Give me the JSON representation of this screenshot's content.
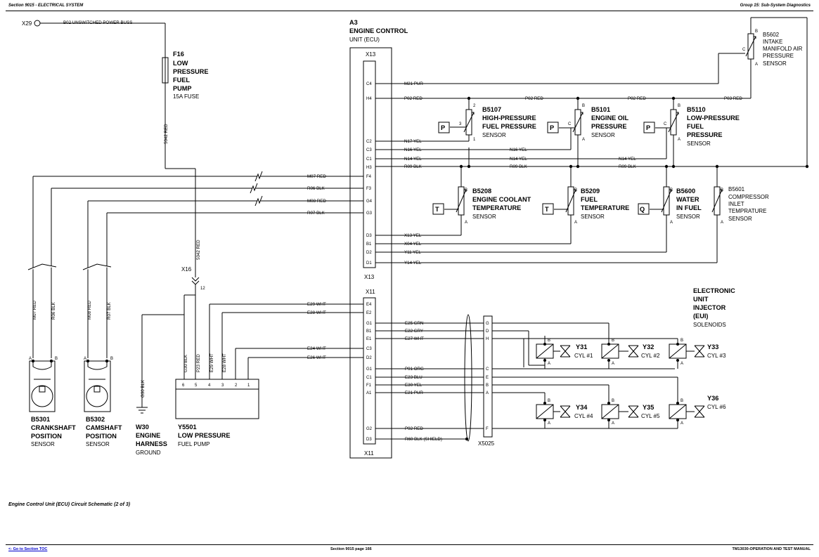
{
  "header": {
    "left": "Section 9015 - ELECTRICAL SYSTEM",
    "right": "Group 15: Sub-System Diagnostics"
  },
  "caption": "Engine Control Unit (ECU) Circuit Schematic (2 of 3)",
  "footer": {
    "left": "<- Go to Section TOC",
    "center": "Section 9015 page 166",
    "right": "TM13030-OPERATION AND TEST MANUAL"
  },
  "x29": {
    "id": "X29",
    "wire": "B02 UNSWITCHED POWER BUSS"
  },
  "fuse": {
    "id": "F16",
    "lines": [
      "LOW",
      "PRESSURE",
      "FUEL",
      "PUMP"
    ],
    "rating": "15A FUSE",
    "wire_top": "5042 RED",
    "wire_bottom": "5042 RED"
  },
  "x16": {
    "id": "X16",
    "pin": "12"
  },
  "ecu": {
    "id": "A3",
    "name_lines": [
      "ENGINE CONTROL",
      "UNIT (ECU)"
    ],
    "x13": "X13",
    "x11": "X11",
    "x13_pins": [
      "C4",
      "H4",
      "C2",
      "C3",
      "C1",
      "H3",
      "F4",
      "F3",
      "G4",
      "G3",
      "D3",
      "B1",
      "D2",
      "D1"
    ],
    "x11_pins": [
      "E4",
      "E2",
      "G1",
      "B1",
      "E1",
      "C3",
      "D2",
      "G1",
      "C1",
      "F1",
      "A1",
      "G2",
      "D3"
    ]
  },
  "wires": {
    "m21": "M21 PUR",
    "p02": "P02 RED",
    "p03": "P03 RED",
    "n17": "N17 YEL",
    "n16": "N16 YEL",
    "n14": "N14 YEL",
    "r09": "R09 BLK",
    "m07": "M07 RED",
    "r06": "R06 BLK",
    "m08": "M08 RED",
    "r07": "R07 BLK",
    "x13": "X13 YEL",
    "x04": "X04 YEL",
    "y11": "Y11 YEL",
    "y14": "Y14 YEL",
    "e29": "E29 WHT",
    "e28": "E28 WHT",
    "e24": "E24 WHT",
    "e26": "E26 WHT",
    "e25": "E25 GRN",
    "e22": "E22 GRY",
    "e27": "E27 WHT",
    "p91": "P91 ORG",
    "e23": "E23 BLU",
    "e30": "E30 YEL",
    "e21": "E21 PUR",
    "p92": "P92 RED",
    "r60": "R60 BLK (SHIELD)",
    "g30": "G30 BLK",
    "g30_pump": "G30 BLK",
    "p23": "P23 RED",
    "e29_pump": "E29 WHT",
    "e28_pump": "E28 WHT"
  },
  "sensors": {
    "b5602": {
      "id": "B5602",
      "lines": [
        "INTAKE",
        "MANIFOLD AIR",
        "PRESSURE",
        "SENSOR"
      ]
    },
    "b5107": {
      "id": "B5107",
      "lines": [
        "HIGH-PRESSURE",
        "FUEL PRESSURE"
      ],
      "sub": "SENSOR",
      "sym": "P"
    },
    "b5101": {
      "id": "B5101",
      "lines": [
        "ENGINE OIL",
        "PRESSURE"
      ],
      "sub": "SENSOR",
      "sym": "P"
    },
    "b5110": {
      "id": "B5110",
      "lines": [
        "LOW-PRESSURE",
        "FUEL",
        "PRESSURE"
      ],
      "sub": "SENSOR",
      "sym": "P"
    },
    "b5208": {
      "id": "B5208",
      "lines": [
        "ENGINE COOLANT",
        "TEMPERATURE"
      ],
      "sub": "SENSOR",
      "sym": "T"
    },
    "b5209": {
      "id": "B5209",
      "lines": [
        "FUEL",
        "TEMPERATURE"
      ],
      "sub": "SENSOR",
      "sym": "T"
    },
    "b5600": {
      "id": "B5600",
      "lines": [
        "WATER",
        "IN FUEL"
      ],
      "sub": "SENSOR",
      "sym": "Q"
    },
    "b5601": {
      "id": "B5601",
      "lines": [
        "COMPRESSOR",
        "INLET",
        "TEMPRATURE",
        "SENSOR"
      ]
    },
    "b5301": {
      "id": "B5301",
      "lines": [
        "CRANKSHAFT",
        "POSITION"
      ],
      "sub": "SENSOR"
    },
    "b5302": {
      "id": "B5302",
      "lines": [
        "CAMSHAFT",
        "POSITION"
      ],
      "sub": "SENSOR"
    }
  },
  "w30": {
    "id": "W30",
    "lines": [
      "ENGINE",
      "HARNESS"
    ],
    "sub": "GROUND"
  },
  "y5501": {
    "id": "Y5501",
    "line": "LOW PRESSURE",
    "sub": "FUEL PUMP",
    "pins": [
      "6",
      "5",
      "4",
      "3",
      "2",
      "1"
    ]
  },
  "eui": {
    "title_lines": [
      "ELECTRONIC",
      "UNIT",
      "INJECTOR",
      "(EUI)"
    ],
    "sub": "SOLENOIDS"
  },
  "x5025": {
    "id": "X5025",
    "pins": [
      "G",
      "D",
      "H",
      "C",
      "E",
      "B",
      "A",
      "F"
    ]
  },
  "injectors": [
    {
      "id": "Y31",
      "cyl": "CYL #1"
    },
    {
      "id": "Y32",
      "cyl": "CYL #2"
    },
    {
      "id": "Y33",
      "cyl": "CYL #3"
    },
    {
      "id": "Y34",
      "cyl": "CYL #4"
    },
    {
      "id": "Y35",
      "cyl": "CYL #5"
    },
    {
      "id": "Y36",
      "cyl": "CYL #6"
    }
  ],
  "pin_letters": {
    "a": "A",
    "b": "B",
    "c": "C",
    "one": "1",
    "two": "2",
    "three": "3"
  }
}
